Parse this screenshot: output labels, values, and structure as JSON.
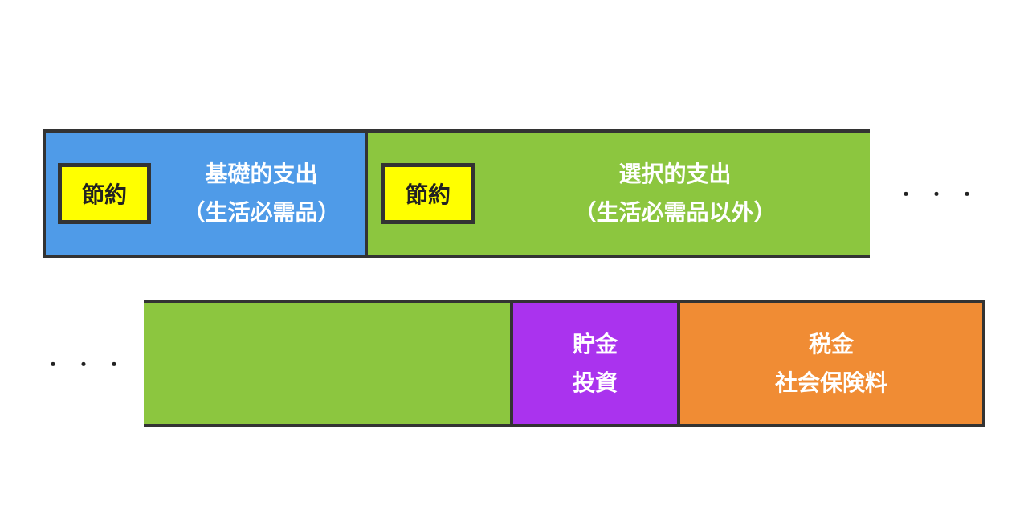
{
  "row1": {
    "basic": {
      "line1": "基礎的支出",
      "line2": "（生活必需品）",
      "badge": "節約",
      "color": "#4f9be8"
    },
    "optional": {
      "line1": "選択的支出",
      "line2": "（生活必需品以外）",
      "badge": "節約",
      "color": "#8cc63f"
    },
    "continuation": "・・・"
  },
  "row2": {
    "continuation": "・・・",
    "savings": {
      "line1": "貯金",
      "line2": "投資",
      "color": "#aa33ee"
    },
    "tax": {
      "line1": "税金",
      "line2": "社会保険料",
      "color": "#f08c34"
    }
  }
}
